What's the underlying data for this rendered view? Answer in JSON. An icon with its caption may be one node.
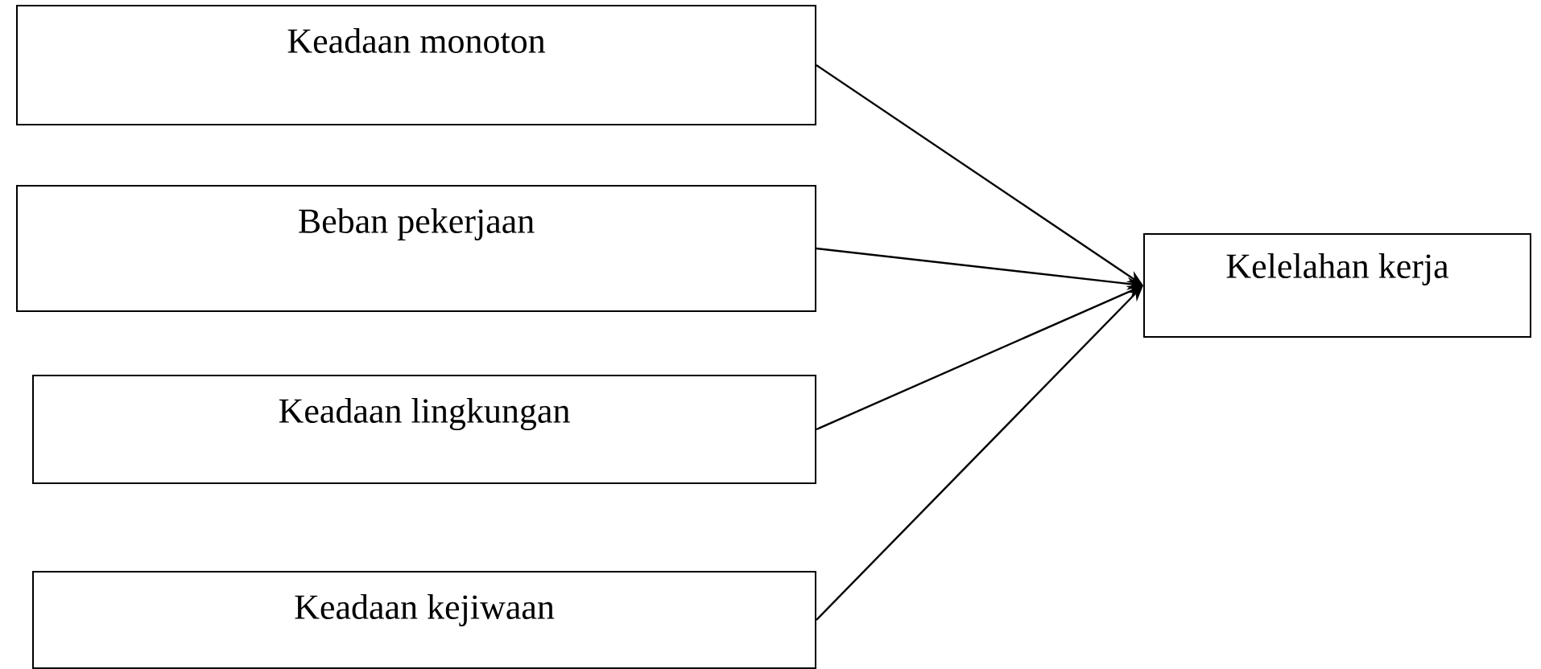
{
  "diagram": {
    "nodes": [
      {
        "text": [
          "Keadaan monoton"
        ]
      },
      {
        "text": [
          "Beban pekerjaan"
        ]
      },
      {
        "text": [
          "Keadaan lingkungan"
        ]
      },
      {
        "text": [
          "Keadaan kejiwaan"
        ]
      },
      {
        "text": [
          "Kelelahan kerja"
        ]
      }
    ],
    "edges": [
      {
        "from": 0,
        "to": 4,
        "arrow": "to"
      },
      {
        "from": 1,
        "to": 4,
        "arrow": "to"
      },
      {
        "from": 2,
        "to": 4,
        "arrow": "to"
      },
      {
        "from": 3,
        "to": 4,
        "arrow": "to"
      }
    ]
  }
}
